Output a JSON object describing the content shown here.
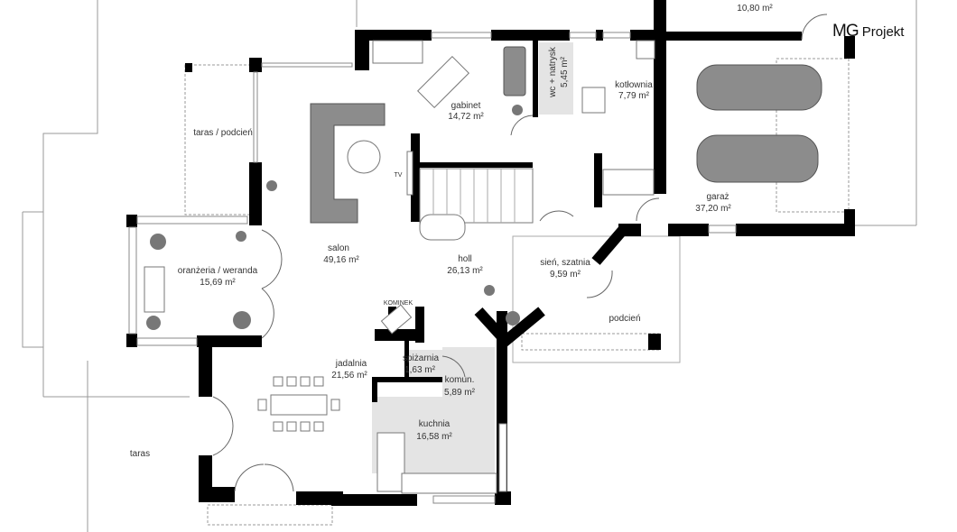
{
  "logo": {
    "brand": "MG",
    "text": "Projekt"
  },
  "rooms": {
    "taras_podcien": {
      "name": "taras / podcień"
    },
    "gabinet": {
      "name": "gabinet",
      "area": "14,72 m²"
    },
    "wc": {
      "name": "wc + natrysk",
      "area": "5,45 m²"
    },
    "kotlownia": {
      "name": "kotłownia",
      "area": "7,79 m²"
    },
    "top_room": {
      "area": "10,80 m²"
    },
    "garaz": {
      "name": "garaż",
      "area": "37,20 m²"
    },
    "salon": {
      "name": "salon",
      "area": "49,16 m²"
    },
    "oranzeria": {
      "name": "oranżeria / weranda",
      "area": "15,69 m²"
    },
    "holl": {
      "name": "holl",
      "area": "26,13 m²"
    },
    "sien": {
      "name": "sień, szatnia",
      "area": "9,59 m²"
    },
    "podcien": {
      "name": "podcień"
    },
    "jadalnia": {
      "name": "jadalnia",
      "area": "21,56 m²"
    },
    "spizarnia": {
      "name": "spiżarnia",
      "area": "1,63 m²"
    },
    "komun": {
      "name": "komun.",
      "area": "5,89 m²"
    },
    "kuchnia": {
      "name": "kuchnia",
      "area": "16,58 m²"
    },
    "taras": {
      "name": "taras"
    }
  },
  "fixtures": {
    "tv": "TV",
    "kominek": "KOMINEK"
  },
  "colors": {
    "wall": "#000000",
    "furniture": "#8c8c8c",
    "floor_tint": "#e4e4e4",
    "line": "#9a9a9a"
  }
}
